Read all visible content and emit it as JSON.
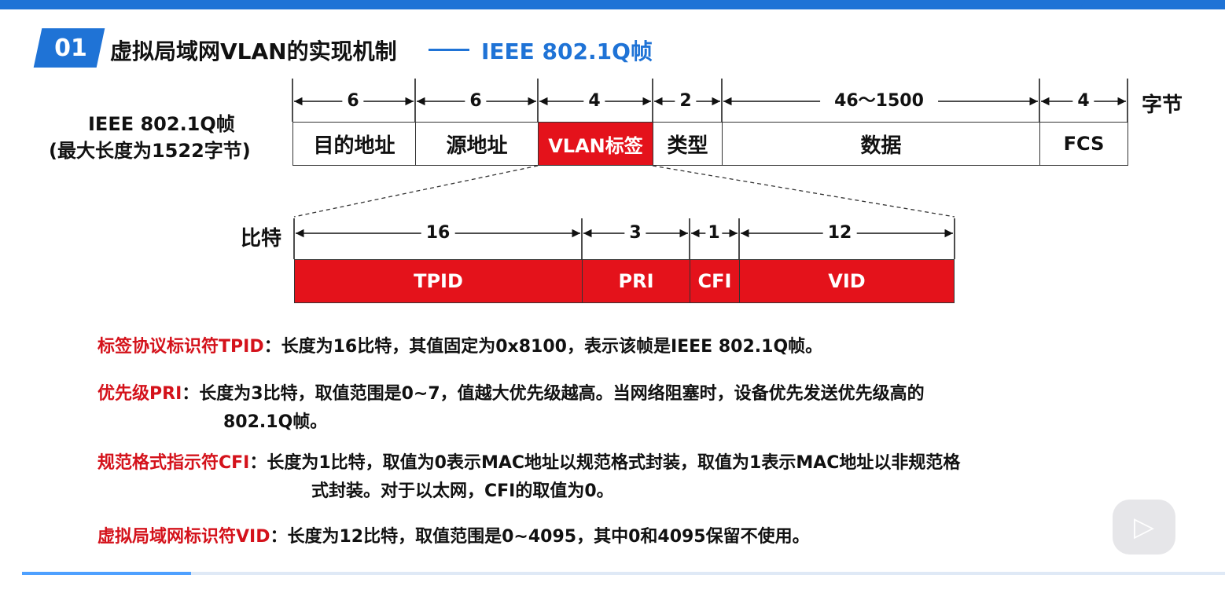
{
  "title": {
    "number": "01",
    "main": "虚拟局域网VLAN的实现机制",
    "sub": "IEEE 802.1Q帧"
  },
  "frame": {
    "label_line1": "IEEE 802.1Q帧",
    "label_line2": "(最大长度为1522字节)",
    "unit": "字节",
    "fields": [
      {
        "size": "6",
        "name": "目的地址"
      },
      {
        "size": "6",
        "name": "源地址"
      },
      {
        "size": "4",
        "name": "VLAN标签"
      },
      {
        "size": "2",
        "name": "类型"
      },
      {
        "size": "46～1500",
        "name": "数据"
      },
      {
        "size": "4",
        "name": "FCS"
      }
    ]
  },
  "tag": {
    "unit": "比特",
    "fields": [
      {
        "size": "16",
        "name": "TPID"
      },
      {
        "size": "3",
        "name": "PRI"
      },
      {
        "size": "1",
        "name": "CFI"
      },
      {
        "size": "12",
        "name": "VID"
      }
    ]
  },
  "descriptions": [
    {
      "term": "标签协议标识符TPID",
      "text": "：长度为16比特，其值固定为0x8100，表示该帧是IEEE 802.1Q帧。",
      "cont": ""
    },
    {
      "term": "优先级PRI",
      "text": "：长度为3比特，取值范围是0~7，值越大优先级越高。当网络阻塞时，设备优先发送优先级高的",
      "cont": "802.1Q帧。"
    },
    {
      "term": "规范格式指示符CFI",
      "text": "：长度为1比特，取值为0表示MAC地址以规范格式封装，取值为1表示MAC地址以非规范格",
      "cont": "式封装。对于以太网，CFI的取值为0。"
    },
    {
      "term": "虚拟局域网标识符VID",
      "text": "：长度为12比特，取值范围是0~4095，其中0和4095保留不使用。",
      "cont": ""
    }
  ],
  "colors": {
    "accent": "#1f73d6",
    "tag_red": "#e4121b",
    "term_red": "#d4121b"
  },
  "icons": {
    "play": "play-icon"
  }
}
